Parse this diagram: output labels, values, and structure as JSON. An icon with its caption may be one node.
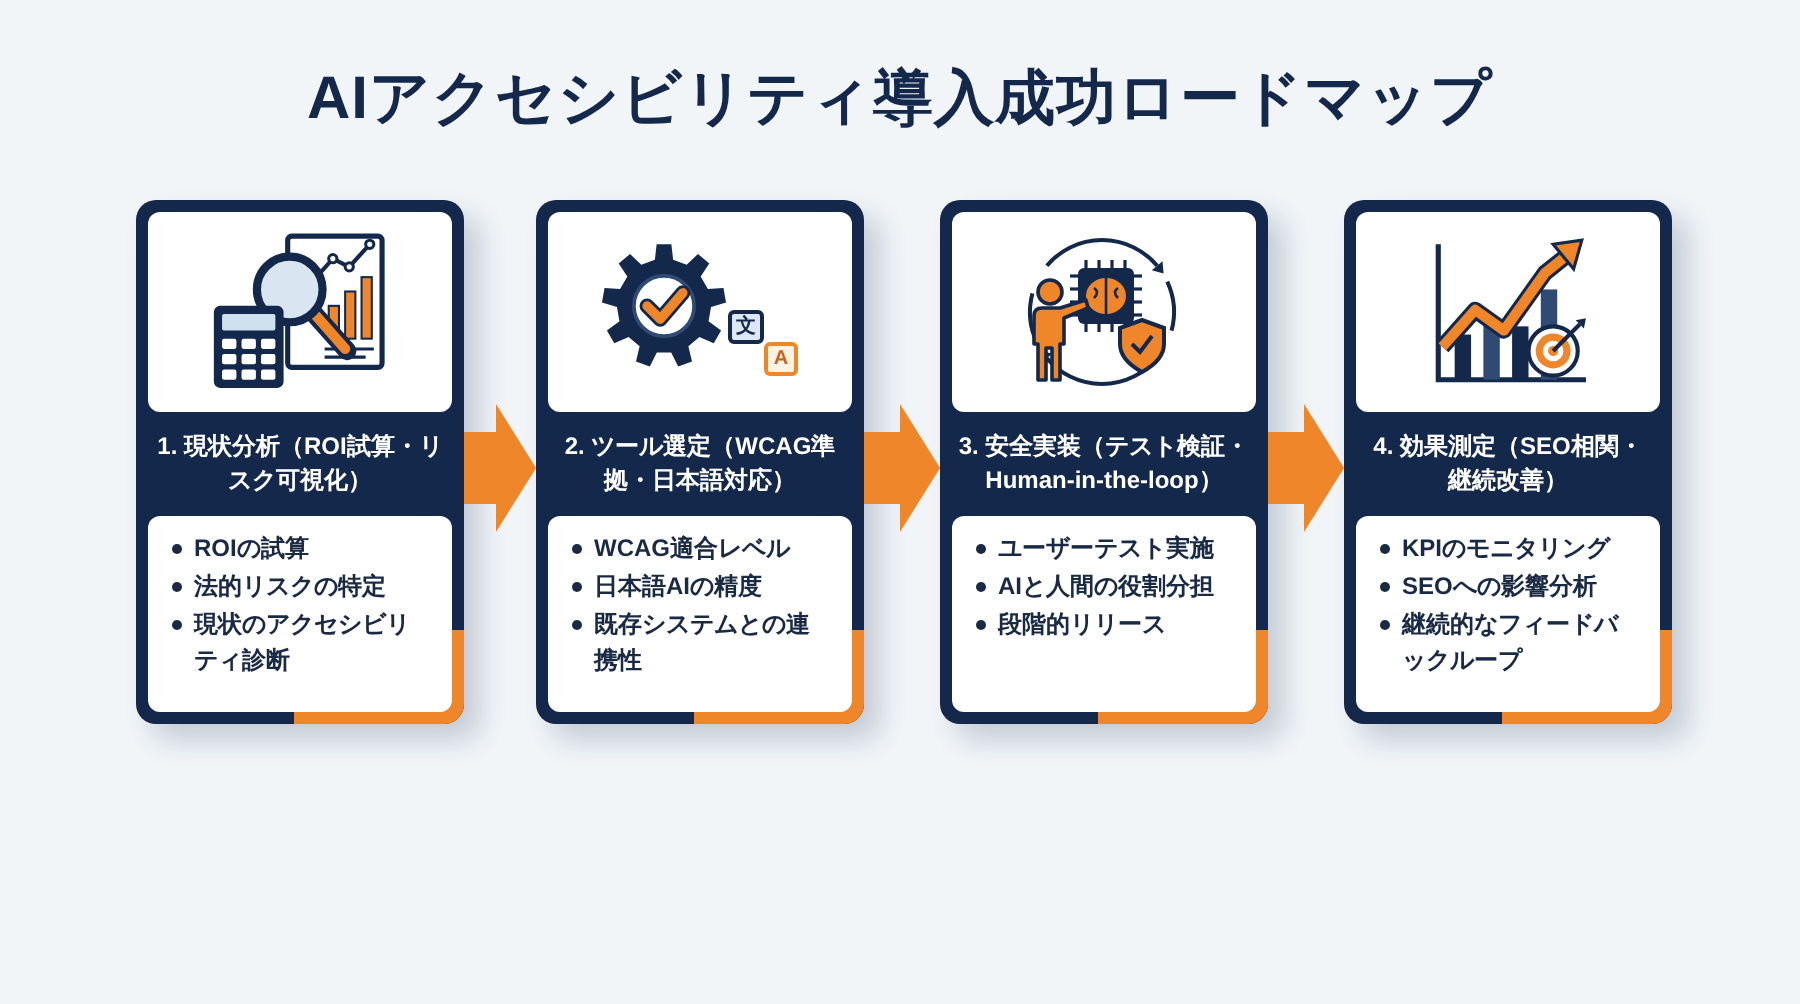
{
  "diagram": {
    "title": "AIアクセシビリティ導入成功ロードマップ",
    "nodes": [
      {
        "text": [
          "1. 現状分析（ROI試算・リスク可視化）",
          "ROIの試算",
          "法的リスクの特定",
          "現状のアクセシビリティ診断"
        ]
      },
      {
        "text": [
          "2. ツール選定（WCAG準拠・日本語対応）",
          "WCAG適合レベル",
          "日本語AIの精度",
          "既存システムとの連携性"
        ]
      },
      {
        "text": [
          "3. 安全実装（テスト検証・Human-in-the-loop）",
          "ユーザーテスト実施",
          "AIと人間の役割分担",
          "段階的リリース"
        ]
      },
      {
        "text": [
          "4. 効果測定（SEO相関・継続改善）",
          "KPIのモニタリング",
          "SEOへの影響分析",
          "継続的なフィードバックループ"
        ]
      }
    ],
    "edges": [
      {
        "from": 0,
        "to": 1,
        "arrow": "to"
      },
      {
        "from": 1,
        "to": 2,
        "arrow": "to"
      },
      {
        "from": 2,
        "to": 3,
        "arrow": "to"
      }
    ],
    "labels": [
      "文",
      "A"
    ]
  }
}
